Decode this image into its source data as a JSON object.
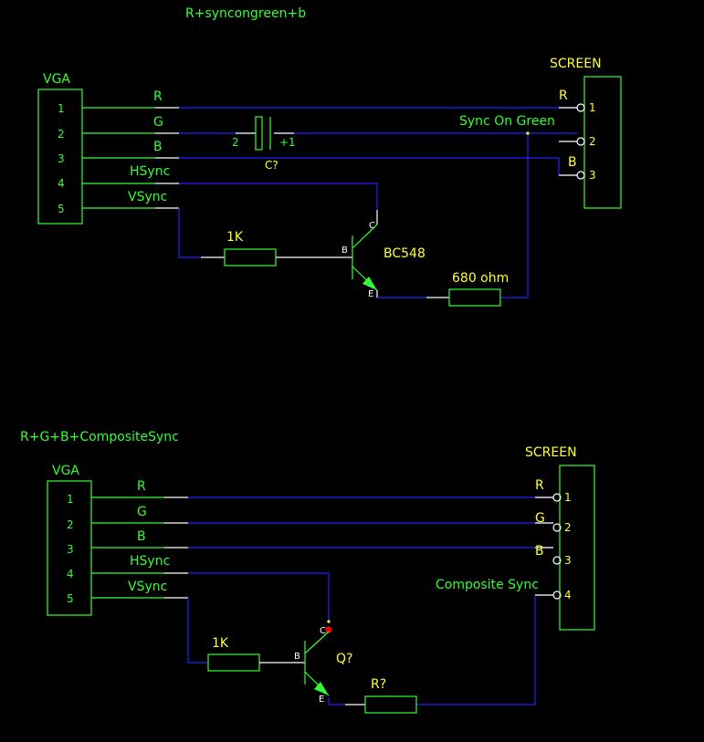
{
  "schematic1": {
    "title": "R+syncongreen+b",
    "vga": {
      "label": "VGA",
      "pins": [
        "1",
        "2",
        "3",
        "4",
        "5"
      ]
    },
    "signals": [
      "R",
      "G",
      "B",
      "HSync",
      "VSync"
    ],
    "screen": {
      "label": "SCREEN",
      "pin_labels": [
        "R",
        "",
        "B"
      ],
      "pins": [
        "1",
        "2",
        "3"
      ]
    },
    "capacitor": {
      "ref": "C?",
      "minus": "2",
      "plus": "+1"
    },
    "sync_label": "Sync On Green",
    "r1": "1K",
    "transistor": {
      "name": "BC548",
      "c": "C",
      "b": "B",
      "e": "E"
    },
    "r2": "680 ohm"
  },
  "schematic2": {
    "title": "R+G+B+CompositeSync",
    "vga": {
      "label": "VGA",
      "pins": [
        "1",
        "2",
        "3",
        "4",
        "5"
      ]
    },
    "signals": [
      "R",
      "G",
      "B",
      "HSync",
      "VSync"
    ],
    "screen": {
      "label": "SCREEN",
      "pin_labels": [
        "R",
        "G",
        "B"
      ],
      "pins": [
        "1",
        "2",
        "3",
        "4"
      ]
    },
    "sync_label": "Composite Sync",
    "r1": "1K",
    "transistor": {
      "name": "Q?",
      "c": "C",
      "b": "B",
      "e": "E"
    },
    "r2": "R?"
  },
  "colors": {
    "background": "#000000",
    "component": "#33ff33",
    "wire": "#2222ff",
    "label": "#ffff33",
    "junction": "#ff0000"
  }
}
